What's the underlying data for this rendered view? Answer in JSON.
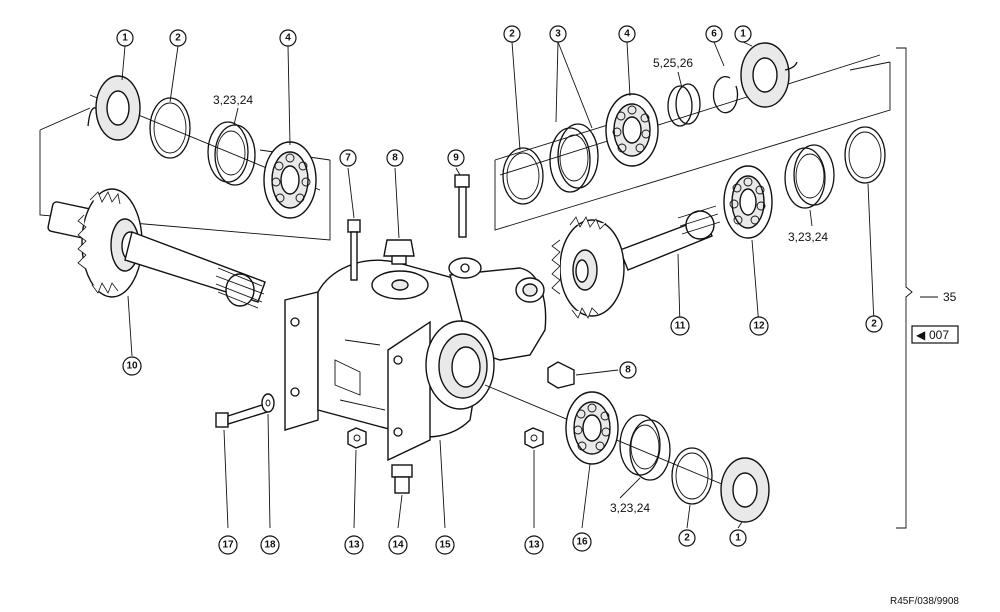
{
  "callouts": {
    "c1a": "1",
    "c2a": "2",
    "c4a": "4",
    "c2b": "2",
    "c3b": "3",
    "c4b": "4",
    "c6b": "6",
    "c1b": "1",
    "c7": "7",
    "c8a": "8",
    "c9": "9",
    "c10": "10",
    "c11": "11",
    "c12": "12",
    "c2c": "2",
    "c8b": "8",
    "c17": "17",
    "c18": "18",
    "c13a": "13",
    "c14": "14",
    "c15": "15",
    "c13b": "13",
    "c16": "16",
    "c2d": "2",
    "c1d": "1"
  },
  "labels": {
    "shim_top_left": "3,23,24",
    "shim_top_right": "5,25,26",
    "shim_mid_right": "3,23,24",
    "shim_bottom": "3,23,24"
  },
  "assembly_ref": "35",
  "page_ref": "007",
  "page_ref_arrow": "◀",
  "drawing_code": "R45F/038/9908"
}
